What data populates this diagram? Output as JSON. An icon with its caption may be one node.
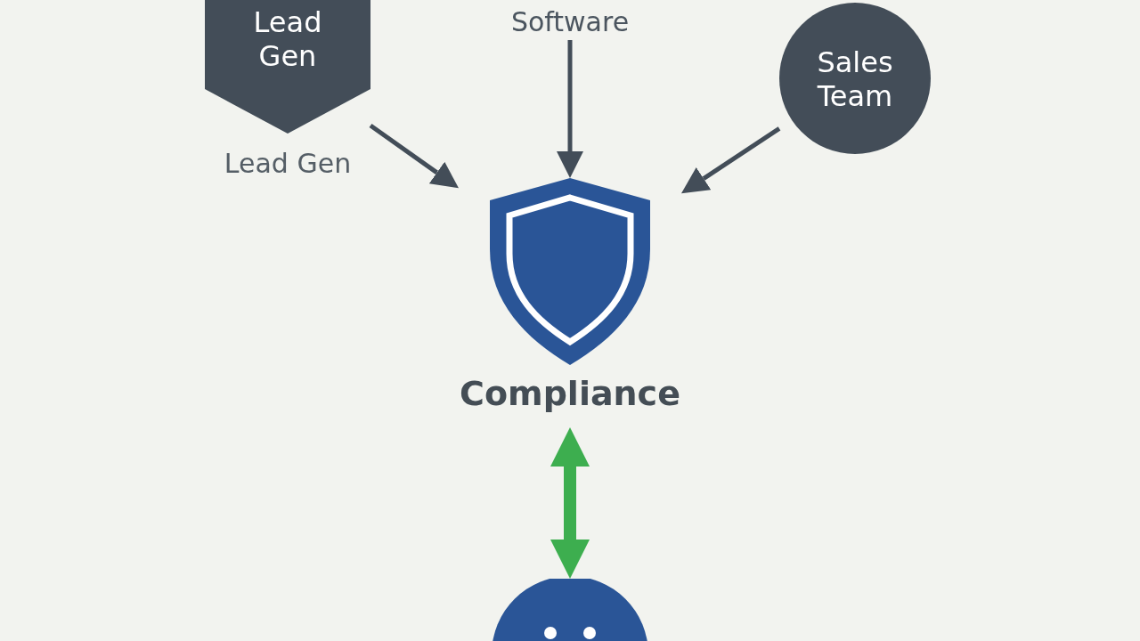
{
  "diagram": {
    "nodes": [
      {
        "text": [
          "Lead Gen"
        ],
        "beside": [
          "Lead Gen"
        ]
      },
      {
        "text": [
          "Software"
        ]
      },
      {
        "text": [
          "Sales Team"
        ]
      },
      {
        "text": [
          "Compliance"
        ]
      },
      {
        "text": [],
        "shape": "circle"
      }
    ],
    "edges": [
      {
        "from": 0,
        "to": 3,
        "arrow": "to"
      },
      {
        "from": 1,
        "to": 3,
        "arrow": "to"
      },
      {
        "from": 2,
        "to": 3,
        "arrow": "to"
      },
      {
        "from": 3,
        "to": 4,
        "arrow": "both",
        "style": "thick",
        "color": "#3dae4f"
      }
    ]
  }
}
